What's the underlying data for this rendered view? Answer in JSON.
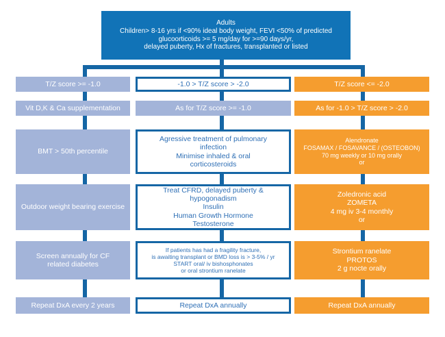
{
  "title_box": {
    "text": "Adults\nChildren> 8-16 yrs if <90% ideal body weight, FEVI <50% of predicted\nglucoorticoids >= 5 mg/day for >=90 days/yr,\ndelayed puberty, Hx of fractures, transplanted or listed"
  },
  "columns": {
    "left": {
      "r1": "T/Z score >= -1.0",
      "r2": "Vit D,K & Ca supplementation",
      "r3": "BMT > 50th percentile",
      "r4": "Outdoor weight bearing exercise",
      "r5": "Screen annually for CF\nrelated diabetes",
      "r6": "Repeat DxA every 2 years"
    },
    "middle": {
      "r1": "-1.0 > T/Z score > -2.0",
      "r2": "As for T/Z score >= -1.0",
      "r3": "Agressive treatment of pulmonary\ninfection\nMinimise inhaled & oral\ncorticosteroids",
      "r4": "Treat CFRD, delayed puberty &\nhypogonadism\nInsulin\nHuman Growth Hormone\nTestosterone",
      "r5": "If patients has had a fragility fracture,\nis awaiting transplant or BMD loss is > 3-5% / yr\nSTART oral/ iv bishosphonates\nor oral strontium ranelate",
      "r6": "Repeat DxA annually"
    },
    "right": {
      "r1": "T/Z score <= -2.0",
      "r2": "As for -1.0 > T/Z score > -2.0",
      "r3": "Alendronate\nFOSAMAX / FOSAVANCE / (OSTEOBON)\n70 mg weekly or 10 mg orally\nor",
      "r4": "Zoledronic acid\nZOMETA\n4 mg iv 3-4 monthly\nor",
      "r5": "Strontium ranelate\nPROTOS\n2 g nocte orally",
      "r6": "Repeat DxA annually"
    }
  },
  "colors": {
    "header_blue": "#1173b7",
    "connector_blue": "#1566a5",
    "light_blue": "#a3b4d9",
    "orange": "#f59d2f",
    "middle_text_blue": "#2e6fb5",
    "white": "#ffffff"
  }
}
